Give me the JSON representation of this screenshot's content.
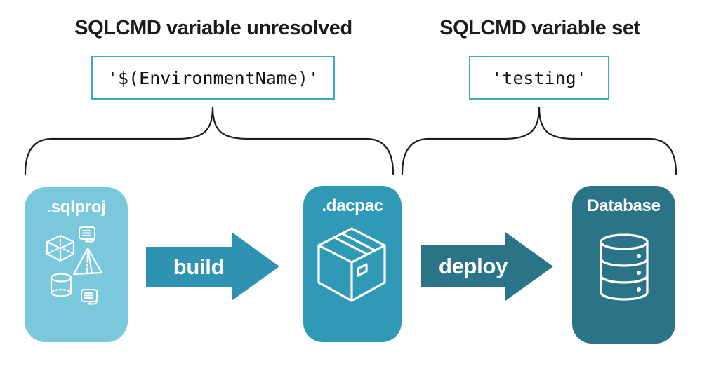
{
  "left_annotation": {
    "title": "SQLCMD variable unresolved",
    "code": "'$(EnvironmentName)'"
  },
  "right_annotation": {
    "title": "SQLCMD variable set",
    "code": "'testing'"
  },
  "pipeline": {
    "source": {
      "label": ".sqlproj"
    },
    "build_arrow": {
      "label": "build"
    },
    "artifact": {
      "label": ".dacpac"
    },
    "deploy_arrow": {
      "label": "deploy"
    },
    "target": {
      "label": "Database"
    }
  },
  "icons": {
    "sqlproj": [
      "scroll-icon",
      "cube-icon",
      "pyramid-icon",
      "cylinder-icon",
      "scroll-icon"
    ],
    "dacpac": "package-box-icon",
    "database": "database-cylinder-icon"
  },
  "colors": {
    "sqlproj_box": "#79c8dc",
    "dacpac_box": "#3099b5",
    "database_box": "#2b7488",
    "build_arrow": "#2e93b2",
    "deploy_arrow": "#2b7488",
    "code_box_border": "#3fa9c5",
    "brace_stroke": "#1d1d1d",
    "heading_text": "#1b1b1b"
  }
}
